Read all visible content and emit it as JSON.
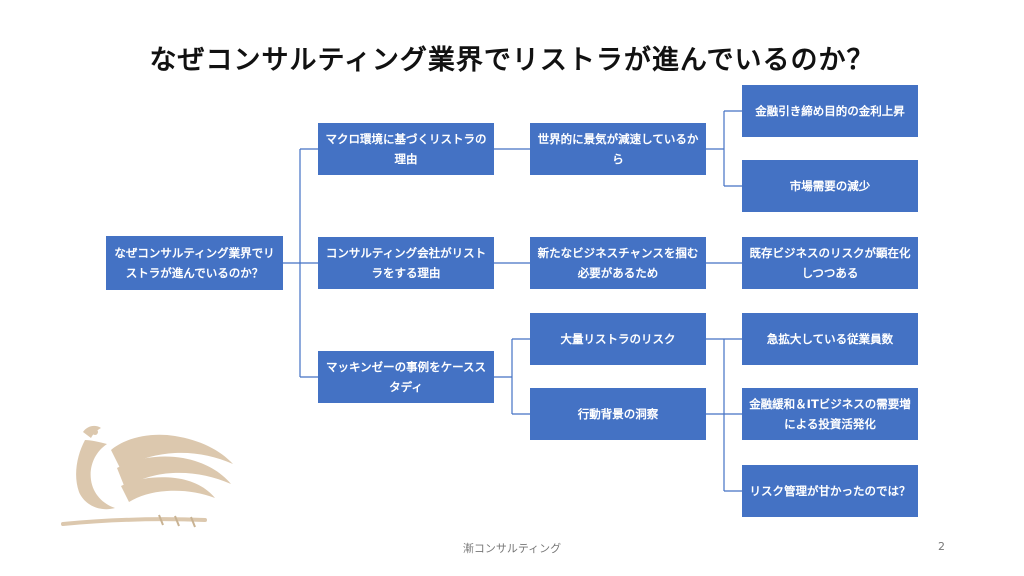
{
  "title": "なぜコンサルティング業界でリストラが進んでいるのか？",
  "colors": {
    "box": "#4472c4",
    "line": "#4472c4",
    "logo": "#d9c4a8"
  },
  "tree": {
    "root": "なぜコンサルティング業界でリストラが進んでいるのか？",
    "level1": [
      "マクロ環境に基づくリストラの理由",
      "コンサルティング会社がリストラをする理由",
      "マッキンゼーの事例をケーススタディ"
    ],
    "level2": [
      "世界的に景気が減速しているから",
      "新たなビジネスチャンスを掴む必要があるため",
      "大量リストラのリスク",
      "行動背景の洞察"
    ],
    "level3": [
      "金融引き締め目的の金利上昇",
      "市場需要の減少",
      "既存ビジネスのリスクが顕在化しつつある",
      "急拡大している従業員数",
      "金融緩和＆ITビジネスの需要増による投資活発化",
      "リスク管理が甘かったのでは？"
    ]
  },
  "footer": {
    "company": "漸コンサルティング",
    "page": "2"
  },
  "logo_icon": "phoenix-katana-logo"
}
